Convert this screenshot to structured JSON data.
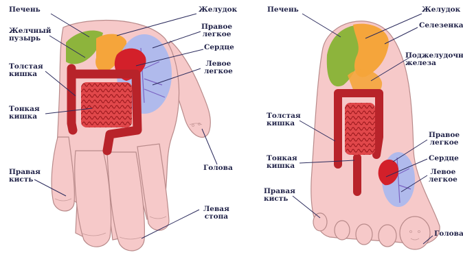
{
  "left_panel": {
    "liver": "Печень",
    "stomach": "Желудок",
    "gallbladder": "Желчный\nпузырь",
    "right_lung": "Правое\nлегкое",
    "heart": "Сердце",
    "left_lung": "Левое\nлегкое",
    "large_intestine": "Толстая\nкишка",
    "small_intestine": "Тонкая\nкишка",
    "head": "Голова",
    "right_hand": "Правая\nкисть",
    "left_foot": "Левая\nстопа"
  },
  "right_panel": {
    "liver": "Печень",
    "stomach": "Желудок",
    "spleen": "Селезенка",
    "pancreas": "Поджелудочная\nжелеза",
    "large_intestine": "Толстая\nкишка",
    "right_lung": "Правое\nлегкое",
    "heart": "Сердце",
    "small_intestine": "Тонкая\nкишка",
    "left_lung": "Левое\nлегкое",
    "right_hand": "Правая\nкисть",
    "head": "Голова"
  },
  "colors": {
    "skin": "#f6c9c9",
    "skin_outline": "#b88a8a",
    "liver": "#8db43c",
    "stomach": "#f5a53b",
    "heart": "#d3202a",
    "lung": "#a9b8f0",
    "intestine": "#b8232a",
    "label_text": "#1f2147"
  }
}
